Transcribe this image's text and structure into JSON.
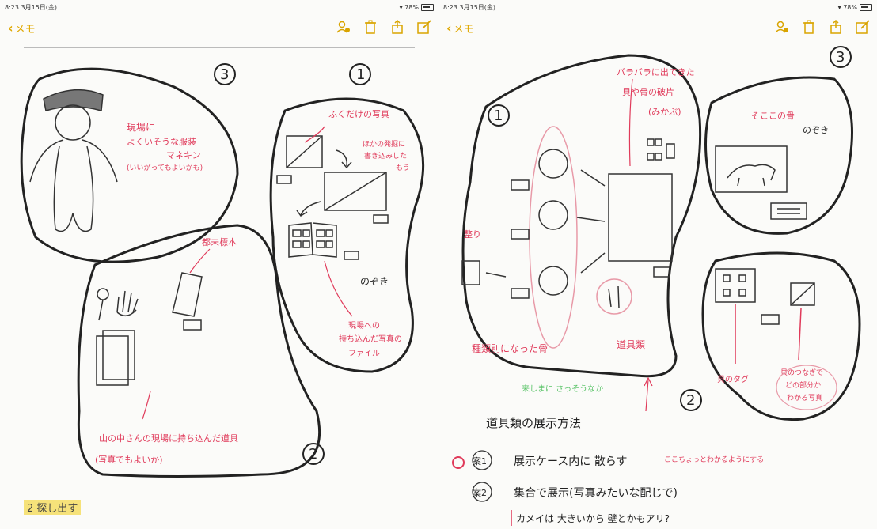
{
  "left_pane": {
    "status": {
      "time": "8:23",
      "date": "3月15日(金)",
      "battery": "78%"
    },
    "nav": {
      "back_label": "メモ"
    },
    "areas": {
      "area3": {
        "number": "3",
        "note": [
          "現場に",
          "よくいそうな服装",
          "マネキン",
          "(いいがってもよいかも)"
        ]
      },
      "area1": {
        "number": "1",
        "top_note": "ふくだけの写真",
        "side_note": [
          "ほかの発掘に",
          "書き込みした",
          "もう"
        ],
        "nozoki": "のぞき",
        "bottom_note": [
          "現場への",
          "持ち込んだ写真の",
          "ファイル"
        ]
      },
      "area2": {
        "number": "2",
        "top_note": "都未標本",
        "bottom_note": [
          "山の中さんの現場に持ち込んだ道具",
          "(写真でもよいか)"
        ]
      }
    },
    "highlight": "2  探し出す"
  },
  "right_pane": {
    "status": {
      "time": "8:23",
      "date": "3月15日(金)",
      "battery": "78%"
    },
    "nav": {
      "back_label": "メモ"
    },
    "areas": {
      "area1": {
        "number": "1",
        "top_note": [
          "バラバラに出てきた",
          "貝や骨の破片",
          "(みかぶ)"
        ],
        "label_tool": "整り",
        "bottom_left": "種類別になった骨",
        "bottom_right": "道具類"
      },
      "area3": {
        "number": "3",
        "note": "そここの骨",
        "nozoki": "のぞき"
      },
      "area2": {
        "number": "2",
        "note1": "貝のタグ",
        "note2": [
          "貝のつなぎで",
          "どの部分か",
          "わかる写真"
        ]
      }
    },
    "green_note": "来しまに さっそうなか",
    "display_method_title": "道具類の展示方法",
    "options": [
      {
        "badge": "案1",
        "text": "展示ケース内に 散らす",
        "side": "ここちょっとわかるようにする"
      },
      {
        "badge": "案2",
        "text": "集合で展示(写真みたいな配じで)"
      }
    ],
    "question": "カメイは 大きいから 壁とかもアリ?"
  }
}
